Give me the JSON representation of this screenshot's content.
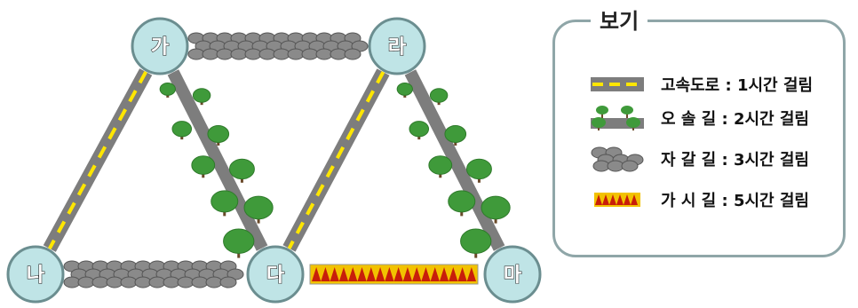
{
  "nodes": [
    {
      "id": "ga",
      "label": "가"
    },
    {
      "id": "ra",
      "label": "라"
    },
    {
      "id": "na",
      "label": "나"
    },
    {
      "id": "da",
      "label": "다"
    },
    {
      "id": "ma",
      "label": "마"
    }
  ],
  "edges": [
    {
      "from": "ga",
      "to": "ra",
      "road": "gravel"
    },
    {
      "from": "ga",
      "to": "na",
      "road": "highway"
    },
    {
      "from": "ga",
      "to": "da",
      "road": "forest"
    },
    {
      "from": "ra",
      "to": "da",
      "road": "highway"
    },
    {
      "from": "ra",
      "to": "ma",
      "road": "forest"
    },
    {
      "from": "na",
      "to": "da",
      "road": "gravel"
    },
    {
      "from": "da",
      "to": "ma",
      "road": "thorn"
    }
  ],
  "legend": {
    "title": "보기",
    "items": [
      {
        "icon": "highway-icon",
        "text": "고속도로 : 1시간 걸림"
      },
      {
        "icon": "forest-path-icon",
        "text": "오 솔 길 : 2시간 걸림"
      },
      {
        "icon": "gravel-road-icon",
        "text": "자 갈 길 : 3시간 걸림"
      },
      {
        "icon": "thorn-path-icon",
        "text": "가 시 길 : 5시간 걸림"
      }
    ]
  },
  "colors": {
    "node_fill": "#bfe4e6",
    "node_stroke": "#6b8e90",
    "road_gray": "#7d7d7d",
    "lane_yellow": "#ffe600",
    "tree_green": "#3f9a3a",
    "trunk_brown": "#6a4a2a",
    "stone_gray": "#8a8a8a",
    "thorn_red": "#c81e0a",
    "thorn_yellow": "#f2c200",
    "legend_border": "#8fa6a8"
  }
}
